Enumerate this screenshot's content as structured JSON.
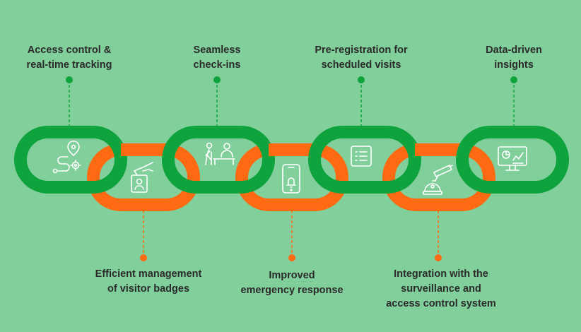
{
  "colors": {
    "background": "#81cf9b",
    "green_link": "#0fa33d",
    "orange_link": "#ff6a13",
    "connector_green": "#0fa33d",
    "connector_orange": "#ff6a13",
    "icon_stroke": "#ffffff",
    "text": "#2a2a2a"
  },
  "top_labels": [
    {
      "line1": "Access control &",
      "line2": "real-time tracking"
    },
    {
      "line1": "Seamless",
      "line2": "check-ins"
    },
    {
      "line1": "Pre-registration for",
      "line2": "scheduled visits"
    },
    {
      "line1": "Data-driven",
      "line2": "insights"
    }
  ],
  "bottom_labels": [
    {
      "line1": "Efficient management",
      "line2": "of visitor badges"
    },
    {
      "line1": "Improved",
      "line2": "emergency response"
    },
    {
      "line1": "Integration with the",
      "line2": "surveillance and",
      "line3": "access control system"
    }
  ],
  "icons": {
    "green": [
      "route-gear-icon",
      "check-in-desk-icon",
      "checklist-icon",
      "analytics-monitor-icon"
    ],
    "orange": [
      "visitor-badge-icon",
      "emergency-phone-icon",
      "security-camera-icon"
    ]
  }
}
